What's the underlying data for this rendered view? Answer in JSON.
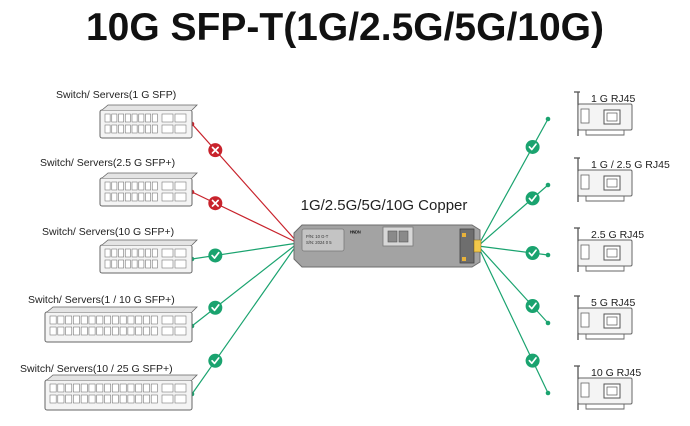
{
  "title": "10G SFP-T(1G/2.5G/5G/10G)",
  "center_label": "1G/2.5G/5G/10G Copper",
  "module_brand": "ᴴᴺᴰᴺ",
  "colors": {
    "compatible": "#1aa36f",
    "incompatible": "#c8232c",
    "device_fill": "#f4f4f4",
    "device_stroke": "#666666",
    "module_body": "#9a9a9a"
  },
  "left_devices": [
    {
      "label": "Switch/ Servers(1 G  SFP)",
      "compatible": false
    },
    {
      "label": "Switch/ Servers(2.5 G  SFP+)",
      "compatible": false
    },
    {
      "label": "Switch/ Servers(10 G  SFP+)",
      "compatible": true
    },
    {
      "label": "Switch/ Servers(1 / 10 G  SFP+)",
      "compatible": true
    },
    {
      "label": "Switch/ Servers(10 / 25 G  SFP+)",
      "compatible": true
    }
  ],
  "right_devices": [
    {
      "label": "1 G RJ45",
      "compatible": true
    },
    {
      "label": "1 G / 2.5 G RJ45",
      "compatible": true
    },
    {
      "label": "2.5 G RJ45",
      "compatible": true
    },
    {
      "label": "5 G RJ45",
      "compatible": true
    },
    {
      "label": "10 G RJ45",
      "compatible": true
    }
  ]
}
